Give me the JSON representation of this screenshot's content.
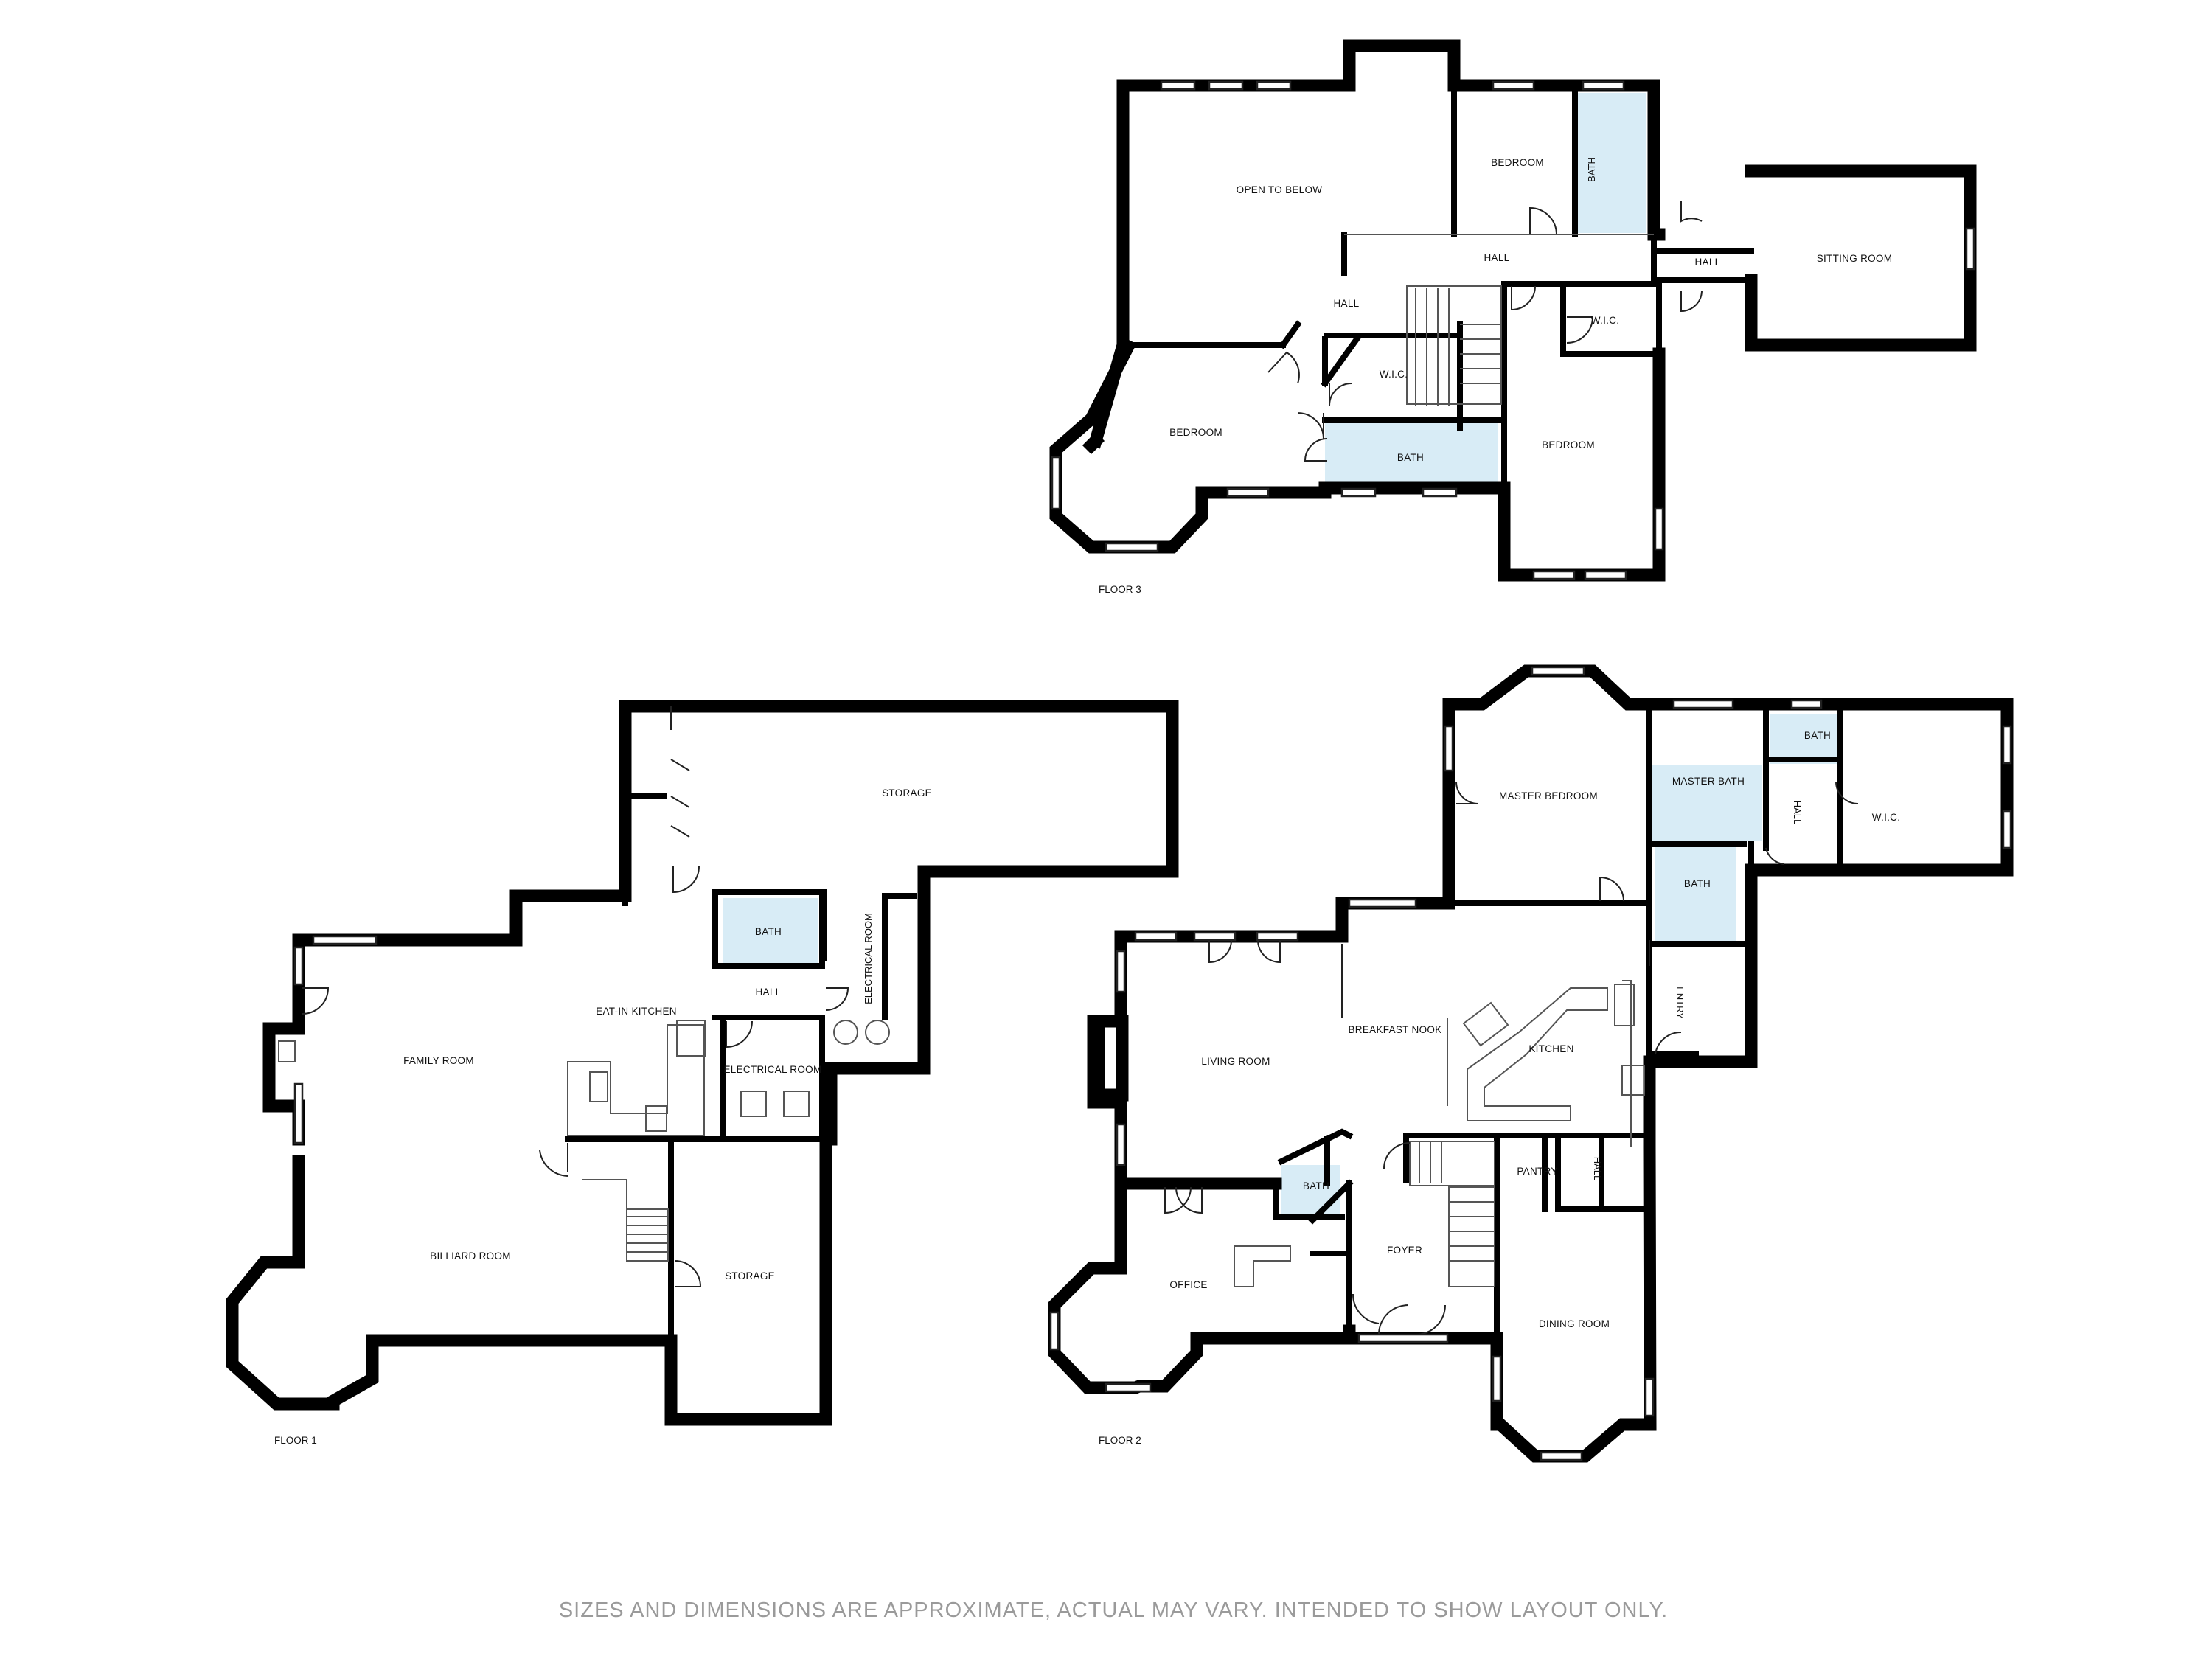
{
  "floors": [
    {
      "label": "FLOOR 3",
      "rooms": {
        "open_to_below": "OPEN TO BELOW",
        "bedroom_north": "BEDROOM",
        "bath_north": "BATH",
        "hall_upper": "HALL",
        "hall_east": "HALL",
        "sitting_room": "SITTING ROOM",
        "hall_west": "HALL",
        "wic_east": "W.I.C.",
        "wic_west": "W.I.C.",
        "bedroom_west": "BEDROOM",
        "bath_south": "BATH",
        "bedroom_east": "BEDROOM"
      }
    },
    {
      "label": "FLOOR 1",
      "rooms": {
        "storage_north": "STORAGE",
        "bath": "BATH",
        "electrical_room_vertical": "ELECTRICAL ROOM",
        "hall": "HALL",
        "eat_in_kitchen": "EAT-IN KITCHEN",
        "family_room": "FAMILY ROOM",
        "electrical_room": "ELECTRICAL ROOM",
        "billiard_room": "BILLIARD ROOM",
        "storage_south": "STORAGE"
      }
    },
    {
      "label": "FLOOR 2",
      "rooms": {
        "master_bedroom": "MASTER BEDROOM",
        "master_bath": "MASTER BATH",
        "bath_ne": "BATH",
        "hall_ne": "HALL",
        "wic": "W.I.C.",
        "bath_center": "BATH",
        "entry": "ENTRY",
        "breakfast_nook": "BREAKFAST NOOK",
        "living_room": "LIVING ROOM",
        "kitchen": "KITCHEN",
        "pantry": "PANTRY",
        "hall_pantry": "HALL",
        "bath_powder": "BATH",
        "foyer": "FOYER",
        "office": "OFFICE",
        "dining_room": "DINING ROOM"
      }
    }
  ],
  "disclaimer": "SIZES AND DIMENSIONS ARE APPROXIMATE, ACTUAL MAY VARY. INTENDED TO SHOW LAYOUT ONLY."
}
